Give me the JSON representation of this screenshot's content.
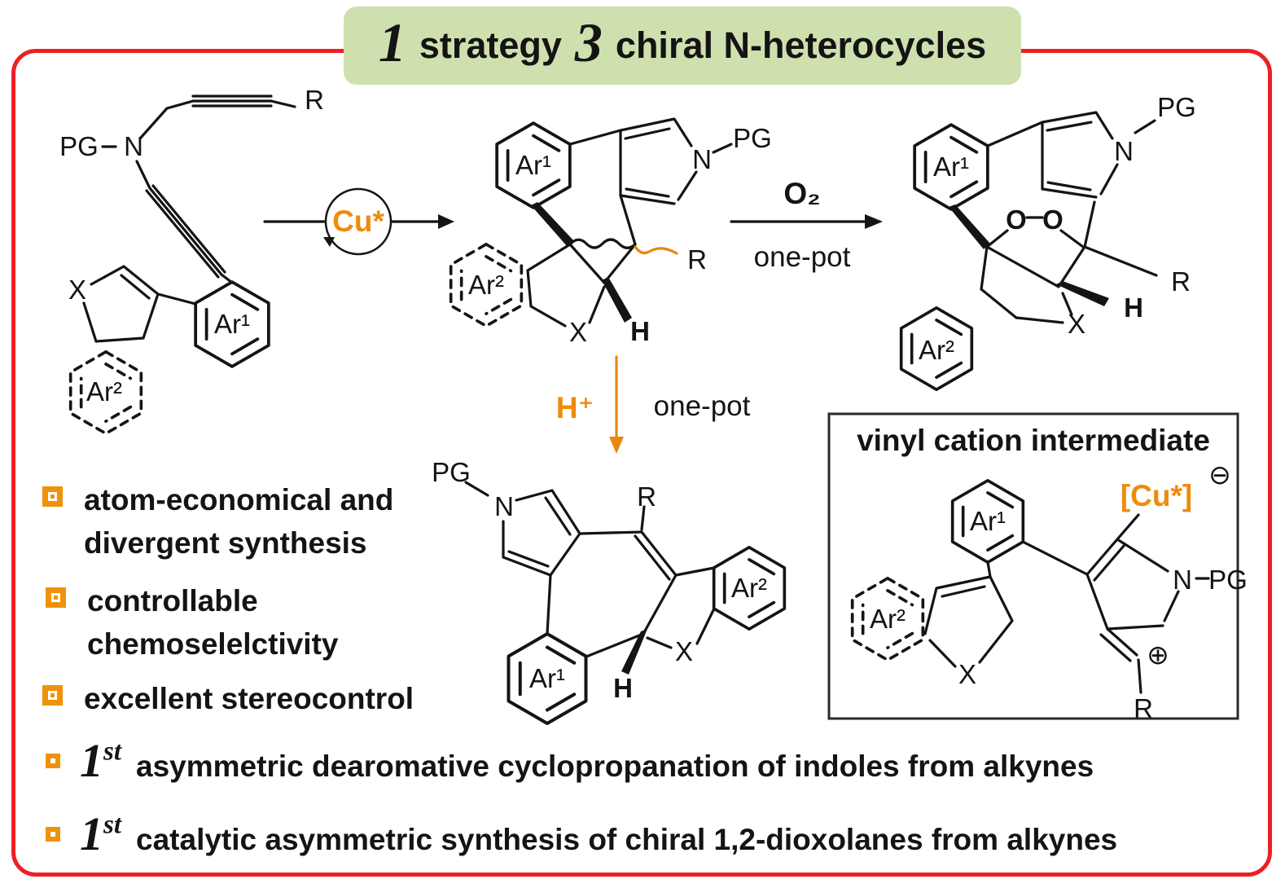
{
  "banner": {
    "num1": "1",
    "word1": "strategy",
    "num2": "3",
    "word2": "chiral N-heterocycles"
  },
  "arrows": {
    "catalyst": "Cu*",
    "oxidation_reagent": "O₂",
    "oxidation_note": "one-pot",
    "protonation_reagent": "H⁺",
    "protonation_note": "one-pot"
  },
  "atoms": {
    "PG": "PG",
    "N": "N",
    "R": "R",
    "X": "X",
    "H": "H",
    "O": "O",
    "Ar1": "Ar¹",
    "Ar2": "Ar²"
  },
  "inset": {
    "title": "vinyl cation intermediate",
    "cu": "[Cu*]",
    "minus": "⊖",
    "plus": "⊕"
  },
  "bullets": [
    {
      "line1": "atom-economical and",
      "line2": "divergent synthesis"
    },
    {
      "line1": "controllable",
      "line2": "chemoselelctivity"
    },
    {
      "line1": "excellent stereocontrol",
      "line2": ""
    }
  ],
  "highlights": [
    {
      "num": "1",
      "ord": "st",
      "text": "asymmetric dearomative cyclopropanation of indoles from alkynes"
    },
    {
      "num": "1",
      "ord": "st",
      "text": "catalytic asymmetric synthesis of chiral 1,2-dioxolanes from alkynes"
    }
  ]
}
